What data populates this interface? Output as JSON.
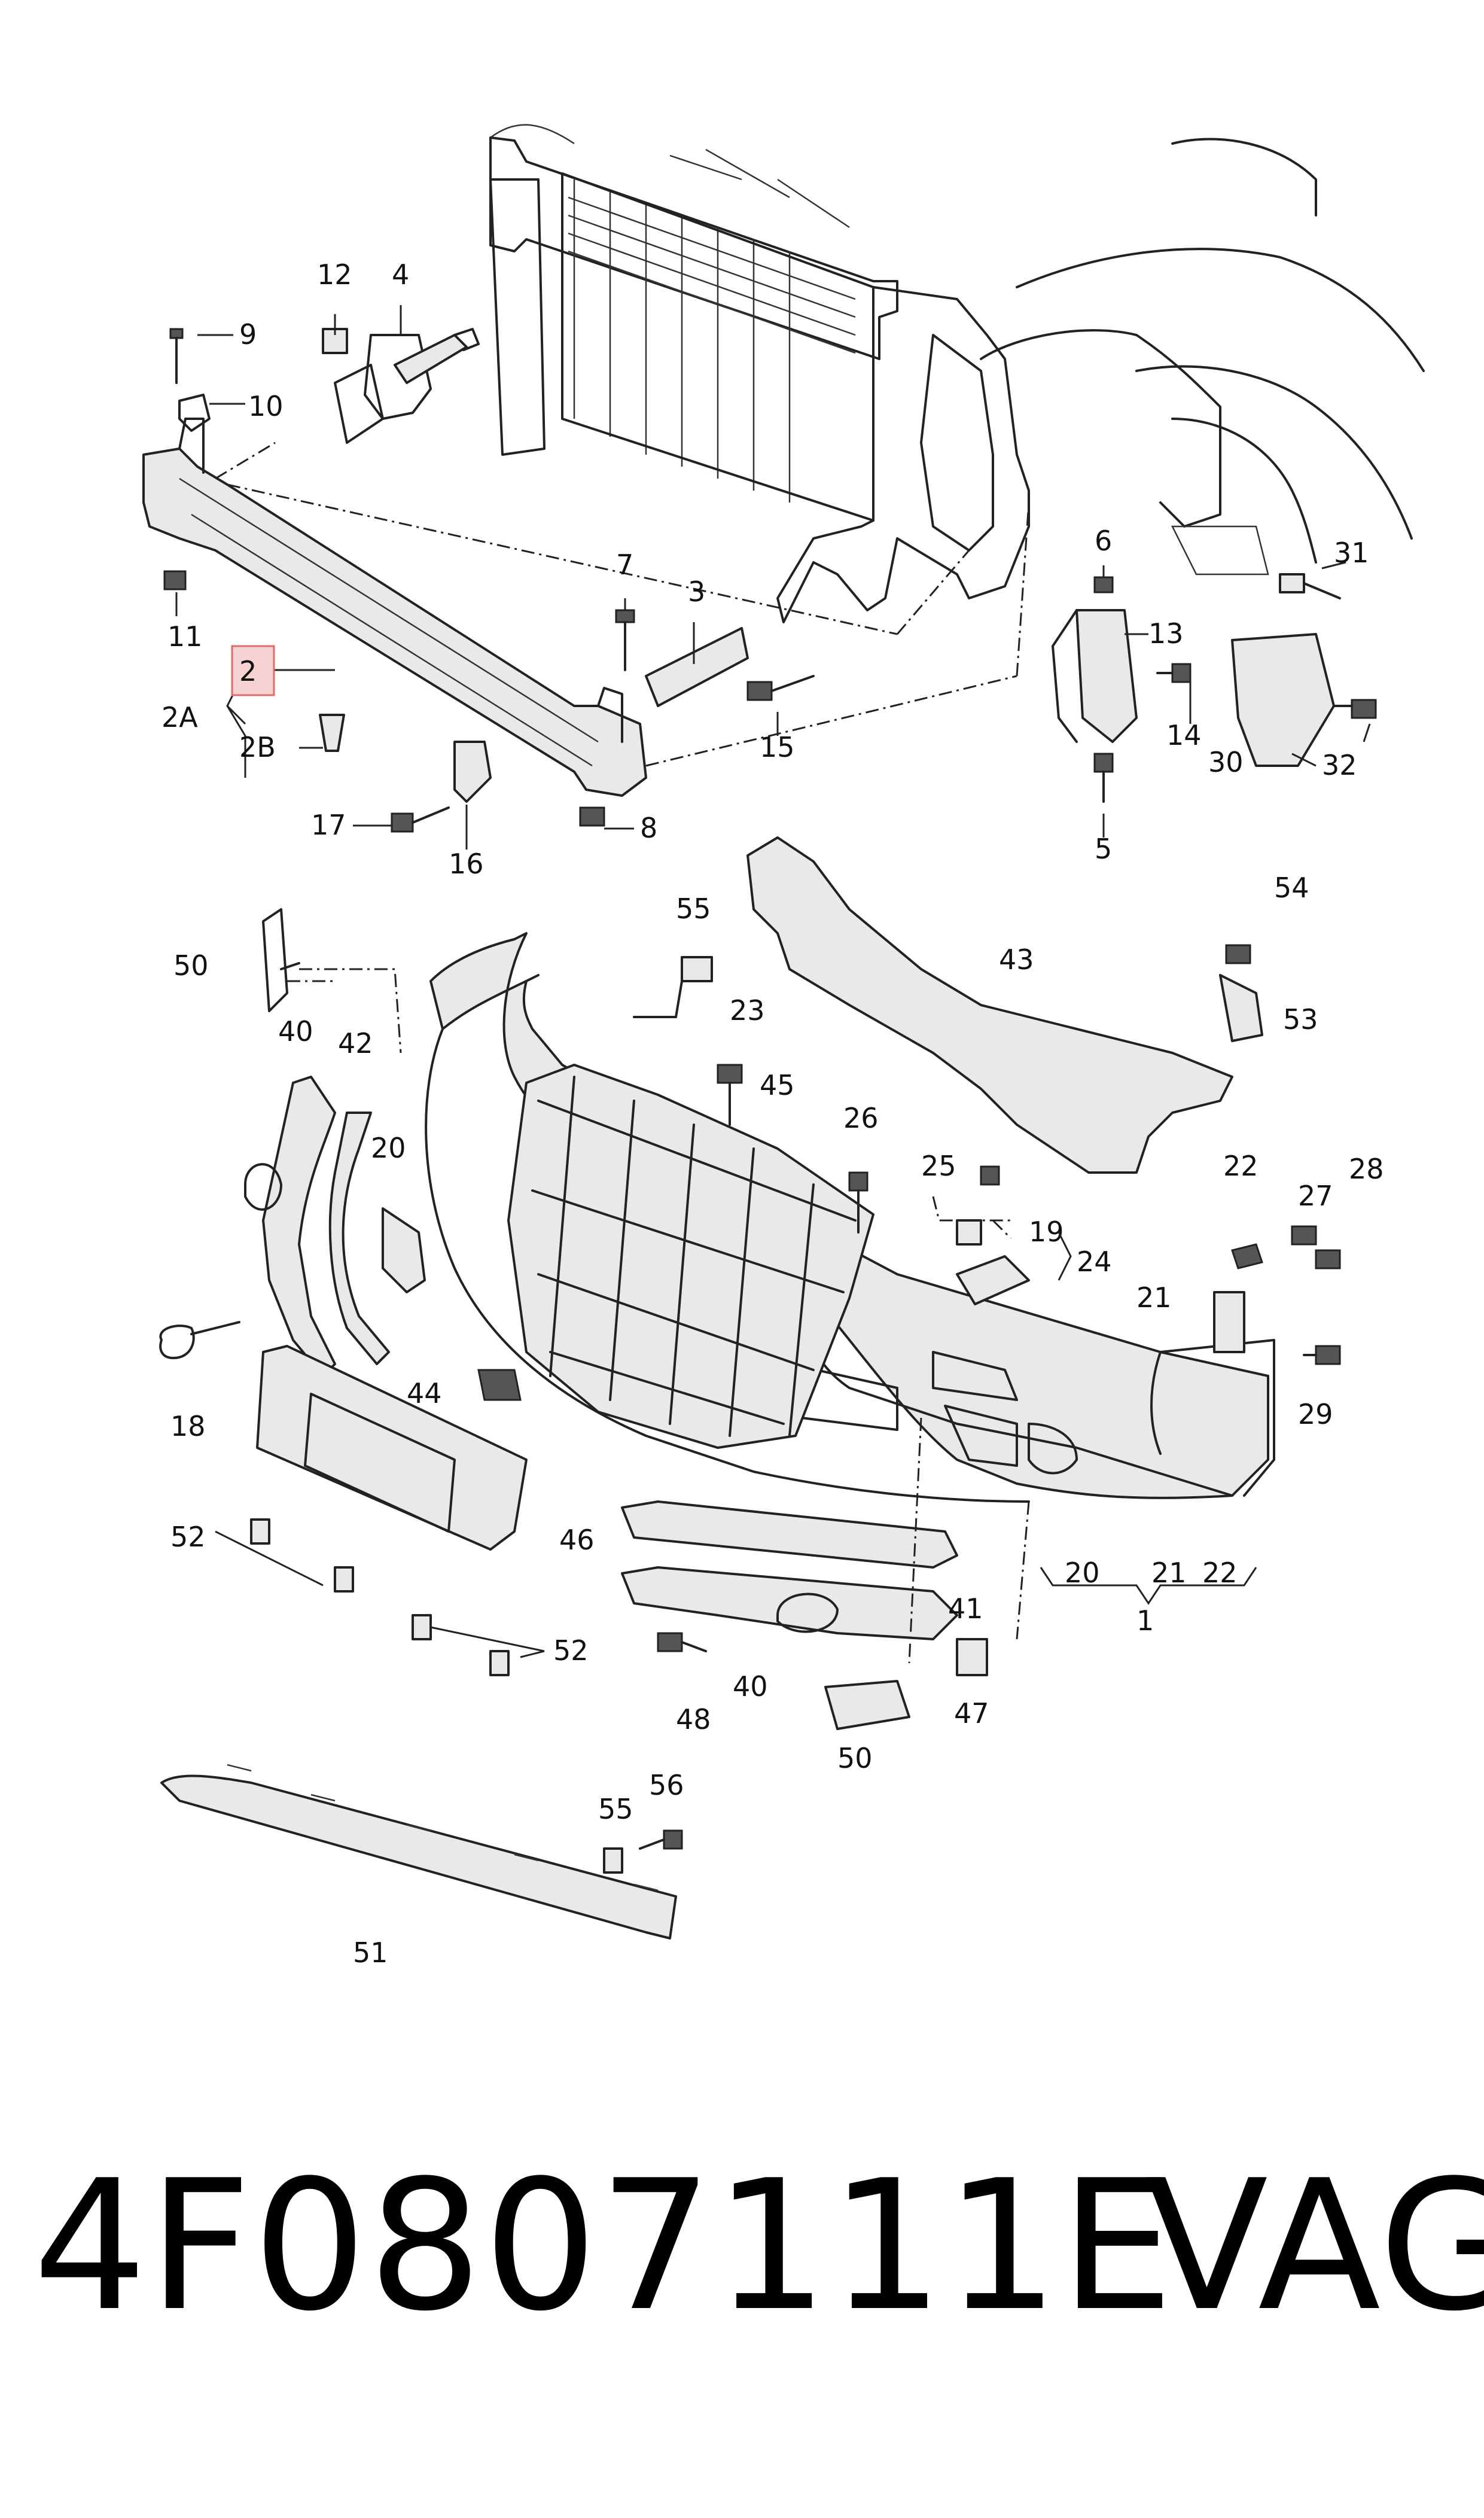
{
  "labels": {
    "l1": "1",
    "l2": "2",
    "l2A": "2A",
    "l2B": "2B",
    "l3": "3",
    "l4": "4",
    "l5": "5",
    "l6": "6",
    "l7": "7",
    "l8": "8",
    "l9": "9",
    "l10": "10",
    "l11": "11",
    "l12": "12",
    "l13": "13",
    "l14": "14",
    "l15": "15",
    "l16": "16",
    "l17": "17",
    "l18": "18",
    "l19": "19",
    "l20a": "20",
    "l20b": "20",
    "l21a": "21",
    "l21b": "21",
    "l22a": "22",
    "l22b": "22",
    "l23": "23",
    "l24": "24",
    "l25": "25",
    "l26": "26",
    "l27": "27",
    "l28": "28",
    "l29": "29",
    "l30": "30",
    "l31": "31",
    "l32": "32",
    "l40a": "40",
    "l40b": "40",
    "l41": "41",
    "l42": "42",
    "l43": "43",
    "l44": "44",
    "l45": "45",
    "l46": "46",
    "l47": "47",
    "l48": "48",
    "l50a": "50",
    "l50b": "50",
    "l51": "51",
    "l52a": "52",
    "l52b": "52",
    "l53": "53",
    "l54": "54",
    "l55a": "55",
    "l55b": "55",
    "l56": "56"
  },
  "highlighted_label": "2",
  "colors": {
    "highlight_fill": "#f6d2d2",
    "highlight_stroke": "#e06a6a",
    "line": "#222222"
  },
  "footer": {
    "part_number": "4F0807111E",
    "brand": "VAG"
  }
}
